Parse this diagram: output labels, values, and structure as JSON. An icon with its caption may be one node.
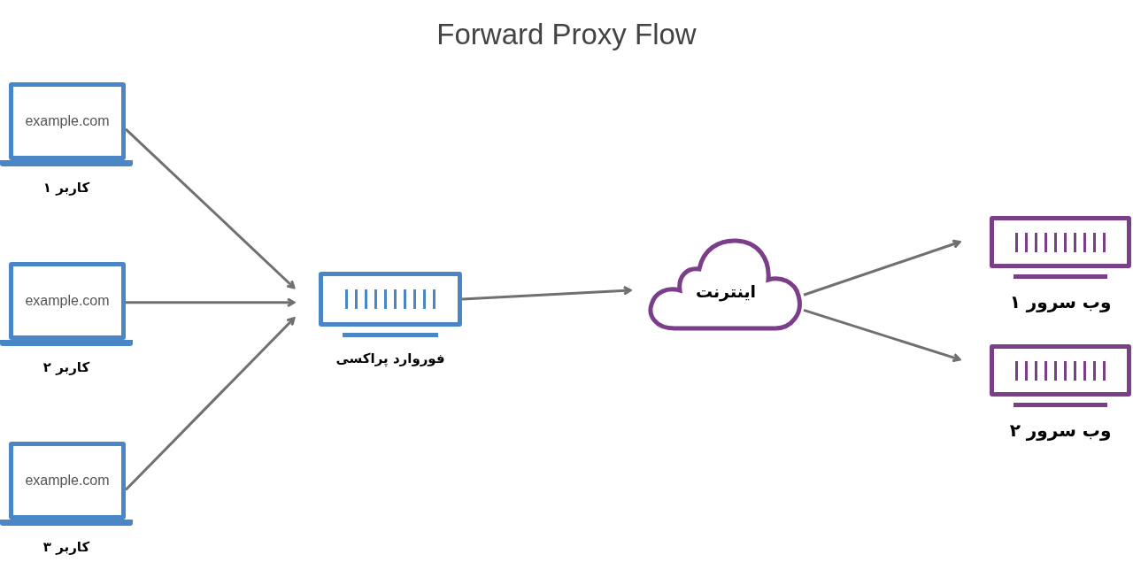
{
  "diagram": {
    "title": "Forward Proxy Flow",
    "nodes": [
      {
        "text": [
          "example.com"
        ],
        "beside": [
          "کاربر ۱"
        ]
      },
      {
        "text": [
          "example.com"
        ],
        "beside": [
          "کاربر ۲"
        ]
      },
      {
        "text": [
          "example.com"
        ],
        "beside": [
          "کاربر ۳"
        ]
      },
      {
        "text": [
          "فوروارد پراکسی"
        ]
      },
      {
        "text": [
          "اینترنت"
        ]
      },
      {
        "text": [
          "وب سرور ۱"
        ]
      },
      {
        "text": [
          "وب سرور ۲"
        ]
      }
    ],
    "edges": [
      {
        "from": 0,
        "to": 3,
        "arrow": "to"
      },
      {
        "from": 1,
        "to": 3,
        "arrow": "to"
      },
      {
        "from": 2,
        "to": 3,
        "arrow": "to"
      },
      {
        "from": 3,
        "to": 4,
        "arrow": "to"
      },
      {
        "from": 4,
        "to": 5,
        "arrow": "to"
      },
      {
        "from": 4,
        "to": 6,
        "arrow": "to"
      }
    ]
  }
}
